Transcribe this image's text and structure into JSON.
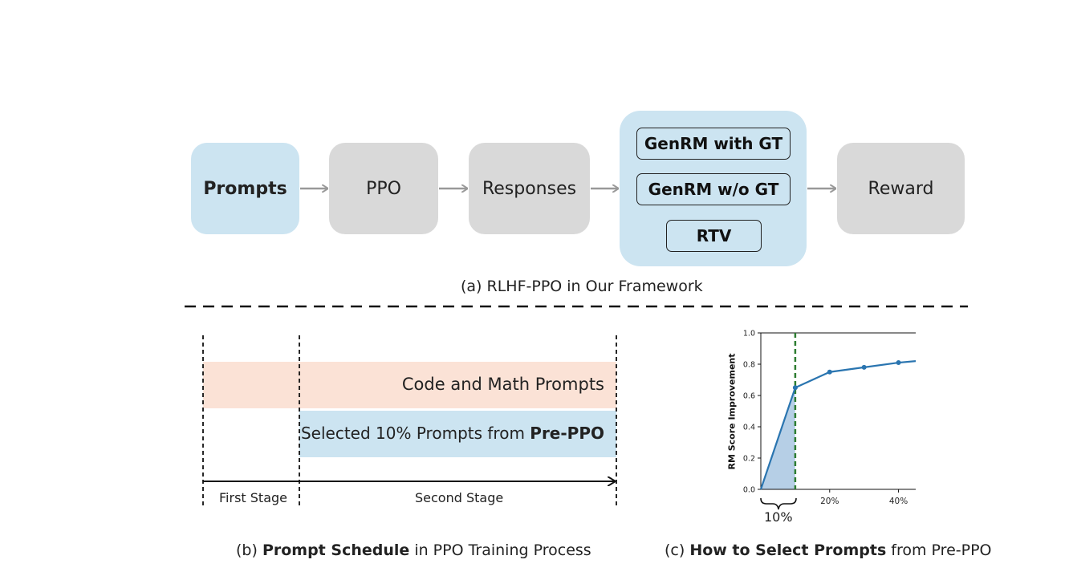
{
  "panel_a": {
    "boxes": {
      "prompts": "Prompts",
      "ppo": "PPO",
      "responses": "Responses",
      "reward": "Reward"
    },
    "reward_models": [
      "GenRM with GT",
      "GenRM w/o GT",
      "RTV"
    ],
    "caption": "(a) RLHF-PPO in Our Framework"
  },
  "panel_b": {
    "band_code_math": "Code and Math Prompts",
    "band_selected_prefix": "Selected 10% Prompts from ",
    "band_selected_bold": "Pre-PPO",
    "stage_first": "First Stage",
    "stage_second": "Second Stage",
    "caption_prefix": "(b) ",
    "caption_bold": "Prompt Schedule",
    "caption_suffix": " in PPO Training Process"
  },
  "panel_c": {
    "caption_prefix": "(c) ",
    "caption_bold": "How to Select Prompts",
    "caption_suffix": " from Pre-PPO",
    "brace_label": "10%"
  },
  "chart_data": {
    "type": "line",
    "ylabel": "RM Score Improvement",
    "xlabel": "",
    "xlim": [
      0,
      45
    ],
    "ylim": [
      0,
      1.0
    ],
    "y_ticks": [
      "0.0",
      "0.2",
      "0.4",
      "0.6",
      "0.8",
      "1.0"
    ],
    "x_ticks": [
      {
        "value": 20,
        "label": "20%"
      },
      {
        "value": 40,
        "label": "40%"
      }
    ],
    "series": [
      {
        "x": [
          0,
          10,
          20,
          30,
          40,
          45
        ],
        "y": [
          0.0,
          0.65,
          0.75,
          0.78,
          0.81,
          0.82
        ]
      }
    ],
    "markers_x": [
      10,
      20,
      30,
      40
    ],
    "threshold_x": 10,
    "shaded_until_x": 10,
    "colors": {
      "line": "#2a75b0",
      "threshold": "#2e7d32",
      "fill": "#a9c7e2"
    }
  },
  "colors": {
    "gray_box": "#d9d9d9",
    "blue_box": "#cce4f1",
    "orange_band": "#fbe2d6"
  }
}
